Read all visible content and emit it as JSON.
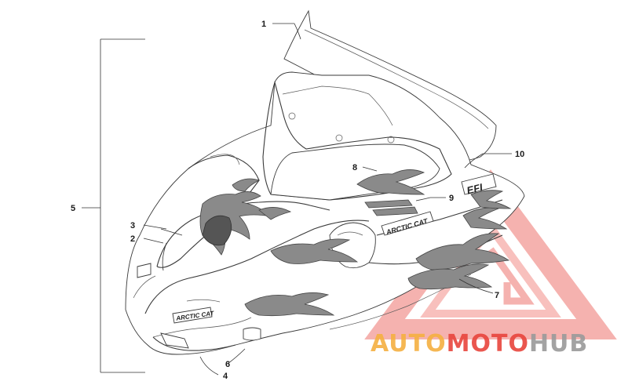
{
  "callouts": [
    {
      "id": "1",
      "label": "1"
    },
    {
      "id": "2",
      "label": "2"
    },
    {
      "id": "3",
      "label": "3"
    },
    {
      "id": "4",
      "label": "4"
    },
    {
      "id": "5",
      "label": "5"
    },
    {
      "id": "6",
      "label": "6"
    },
    {
      "id": "7",
      "label": "7"
    },
    {
      "id": "8",
      "label": "8"
    },
    {
      "id": "9",
      "label": "9"
    },
    {
      "id": "10",
      "label": "10"
    }
  ],
  "decals": {
    "front_logo": "ARCTIC CAT",
    "side_logo": "ARCTIC CAT",
    "efi_badge": "EFI"
  },
  "watermark": {
    "part1": "AUTO",
    "part2": "MOTO",
    "part3": "HUB",
    "color_orange": "#f5b041",
    "color_red": "#e8453c",
    "color_gray": "#9a9a9a"
  }
}
